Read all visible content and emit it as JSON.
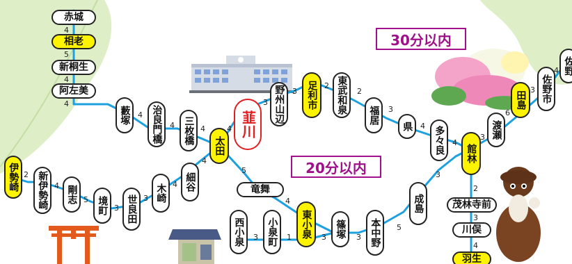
{
  "zones": {
    "min30": "30分以内",
    "min20": "20分以内"
  },
  "stations": {
    "akagi": "赤城",
    "aioi": "相老",
    "shinkiryu": "新桐生",
    "azami": "阿左美",
    "yabuzuka": "藪塚",
    "jiryomonbashi": "治良門橋",
    "mikajima": "三枚橋",
    "ota": "太田",
    "nira": "韮川",
    "yashuyamabe": "野州山辺",
    "ashikagashi": "足利市",
    "tobuizumi": "東武和泉",
    "fukui": "福居",
    "agata": "県",
    "tatara": "多々良",
    "tatebayashi": "館林",
    "watarase": "渡瀬",
    "tajima": "田島",
    "sanoshi": "佐野市",
    "sano": "佐野",
    "isesaki": "伊勢崎",
    "shinisesaki": "新伊勢崎",
    "goshi": "剛志",
    "sakaimachi": "境町",
    "serada": "世良田",
    "kizaki": "木崎",
    "hosoya": "細谷",
    "ryumai": "竜舞",
    "nishikoizumi": "西小泉",
    "koizumimachi": "小泉町",
    "higashikoizumi": "東小泉",
    "shinozuka": "篠塚",
    "motonakano": "本中野",
    "narushima": "成島",
    "morinjimae": "茂林寺前",
    "kawamata": "川俣",
    "hanyu": "羽生"
  },
  "times": {
    "akagi_aioi": "4",
    "aioi_shinkiryu": "5",
    "shinkiryu_azami": "4",
    "azami_down": "4",
    "yabuzuka_jiryo": "4",
    "jiryo_mikajima": "4",
    "mikajima_ota": "4",
    "ota_nira": "4",
    "nira_yashu": "3",
    "yashu_ashikaga": "3",
    "ashikaga_tobu": "2",
    "tobu_fukui": "2",
    "fukui_agata": "3",
    "agata_tatara": "4",
    "tatara_tatebayashi": "4",
    "tatebayashi_watarase": "3",
    "watarase_tajima": "6",
    "tajima_sanoshi": "3",
    "sanoshi_sano": "4",
    "isesaki_shinisesaki": "2",
    "shinisesaki_goshi": "4",
    "goshi_sakai": "5",
    "sakai_serada": "3",
    "serada_kizaki": "3",
    "kizaki_hosoya": "4",
    "hosoya_ota": "4",
    "ota_ryumai": "5",
    "ryumai_higashi": "4",
    "nishi_koizumimachi": "3",
    "koizumimachi_higashi": "1",
    "higashi_shinozuka": "3",
    "shinozuka_moto": "3",
    "moto_narushima": "5",
    "narushima_tatebayashi": "3",
    "tatebayashi_morinji": "2",
    "morinji_kawamata": "3",
    "kawamata_hanyu": "4"
  },
  "colors": {
    "line": "#1ca0e0",
    "highlight": "#fff400",
    "zone": "#a0108a",
    "nira": "#e02020"
  }
}
